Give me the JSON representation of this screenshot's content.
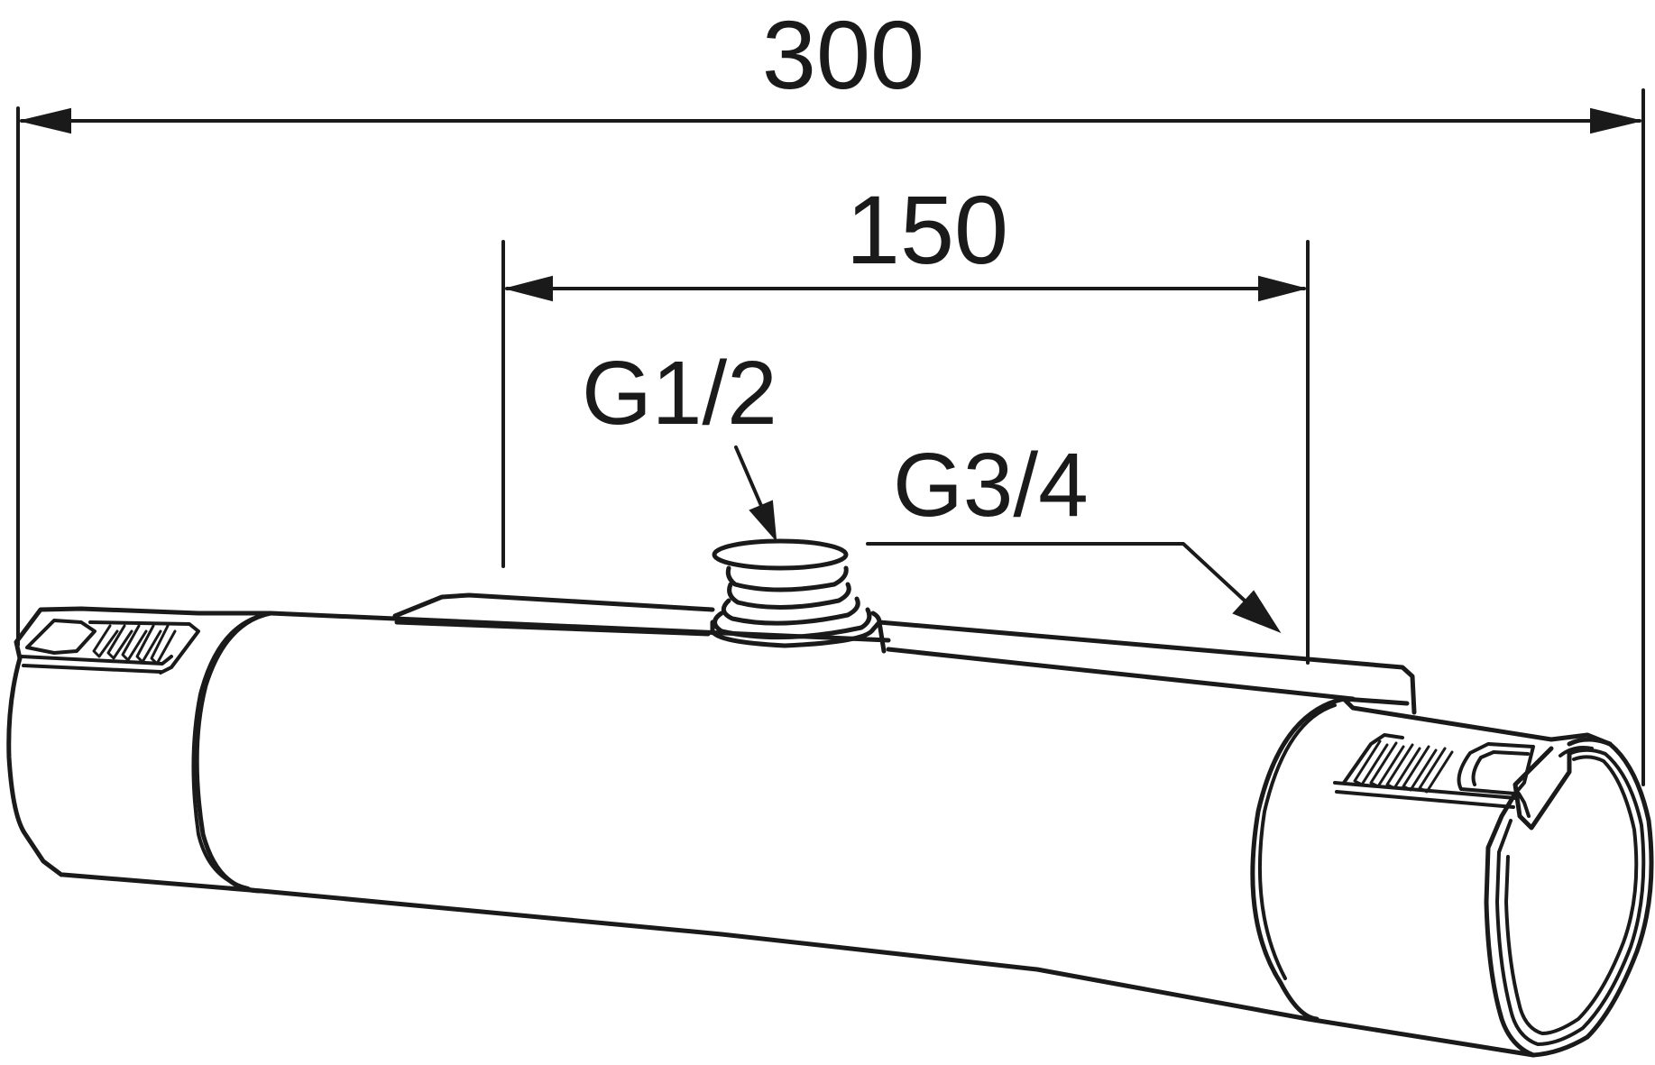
{
  "dimensions": {
    "overall_length": "300",
    "center_distance": "150"
  },
  "connections": {
    "top_outlet": "G1/2",
    "wall_inlet": "G3/4"
  },
  "colors": {
    "line": "#1a1a1a",
    "background": "#ffffff"
  }
}
